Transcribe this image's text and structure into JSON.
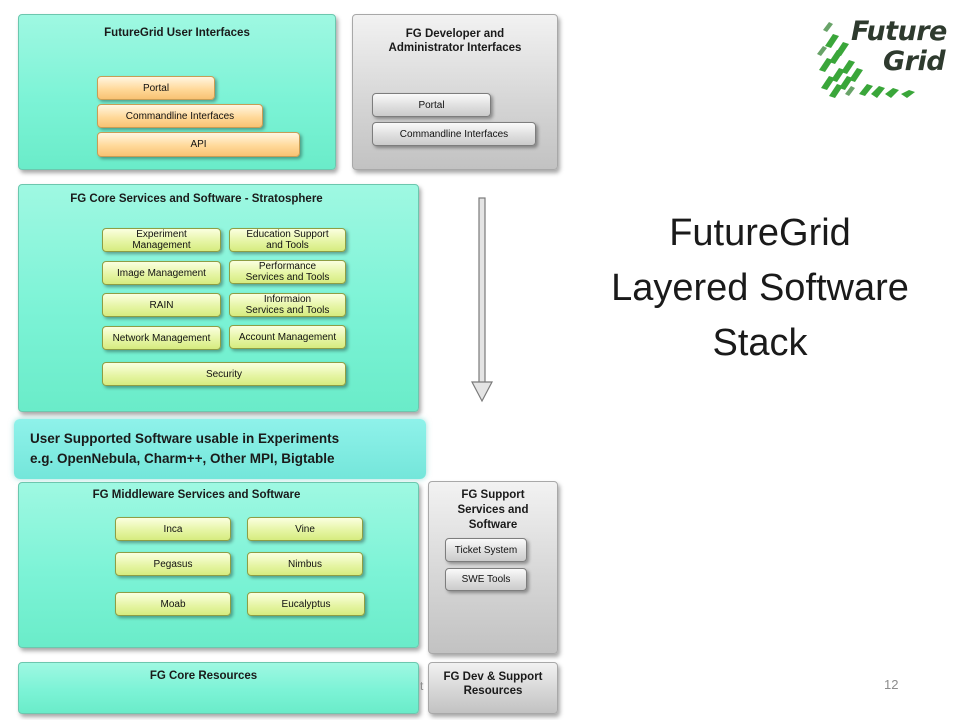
{
  "user_interfaces": {
    "title": "FutureGrid User Interfaces",
    "items": [
      "Portal",
      "Commandline Interfaces",
      "API"
    ]
  },
  "dev_admin_interfaces": {
    "title_line1": "FG Developer and",
    "title_line2": "Administrator Interfaces",
    "items": [
      "Portal",
      "Commandline Interfaces"
    ]
  },
  "core_services": {
    "title": "FG Core Services and Software - Stratosphere",
    "left_items": [
      {
        "line1": "Experiment",
        "line2": "Management"
      },
      {
        "line1": "Image Management",
        "line2": ""
      },
      {
        "line1": "RAIN",
        "line2": ""
      },
      {
        "line1": "Network Management",
        "line2": ""
      }
    ],
    "right_items": [
      {
        "line1": "Education Support",
        "line2": "and Tools"
      },
      {
        "line1": "Performance",
        "line2": "Services and Tools"
      },
      {
        "line1": "Informaion",
        "line2": "Services and Tools"
      },
      {
        "line1": "Account Management",
        "line2": ""
      }
    ],
    "security": "Security"
  },
  "user_supported_software": {
    "line1": "User Supported Software usable in Experiments",
    "line2": "e.g. OpenNebula, Charm++, Other MPI, Bigtable"
  },
  "middleware": {
    "title": "FG Middleware  Services and Software",
    "left_items": [
      "Inca",
      "Pegasus",
      "Moab"
    ],
    "right_items": [
      "Vine",
      "Nimbus",
      "Eucalyptus"
    ]
  },
  "support_services": {
    "title_line1": "FG Support",
    "title_line2": "Services and",
    "title_line3": "Software",
    "items": [
      "Ticket System",
      "SWE Tools"
    ]
  },
  "core_resources": {
    "title": "FG Core Resources"
  },
  "dev_support_resources": {
    "title_line1": "FG Dev & Support",
    "title_line2": "Resources"
  },
  "slide_title": {
    "line1": "FutureGrid",
    "line2": "Layered Software",
    "line3": "Stack"
  },
  "logo": {
    "line1": "Future",
    "line2": "Grid"
  },
  "footer_fragment": "t",
  "page_number": "12",
  "colors": {
    "panel_teal": "#7cf3d6",
    "panel_gray": "#d4d4d4",
    "pill_orange": "#ffd99a",
    "pill_green": "#e6f5a6",
    "logo_green": "#3aa63a"
  }
}
